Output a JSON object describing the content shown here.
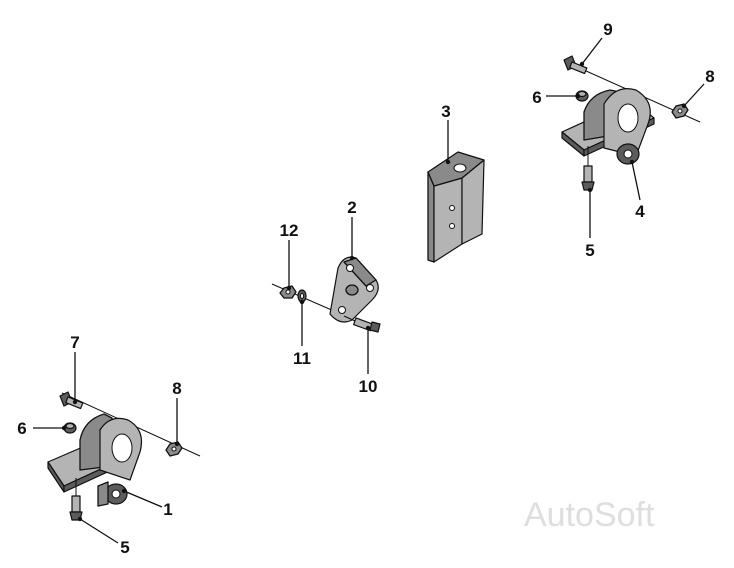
{
  "watermark": "AutoSoft",
  "callouts": {
    "p1": "1",
    "p2": "2",
    "p3": "3",
    "p4": "4",
    "p5_left": "5",
    "p5_right": "5",
    "p6_left": "6",
    "p6_right": "6",
    "p7": "7",
    "p8_left": "8",
    "p8_right": "8",
    "p9": "9",
    "p10": "10",
    "p11": "11",
    "p12": "12"
  }
}
